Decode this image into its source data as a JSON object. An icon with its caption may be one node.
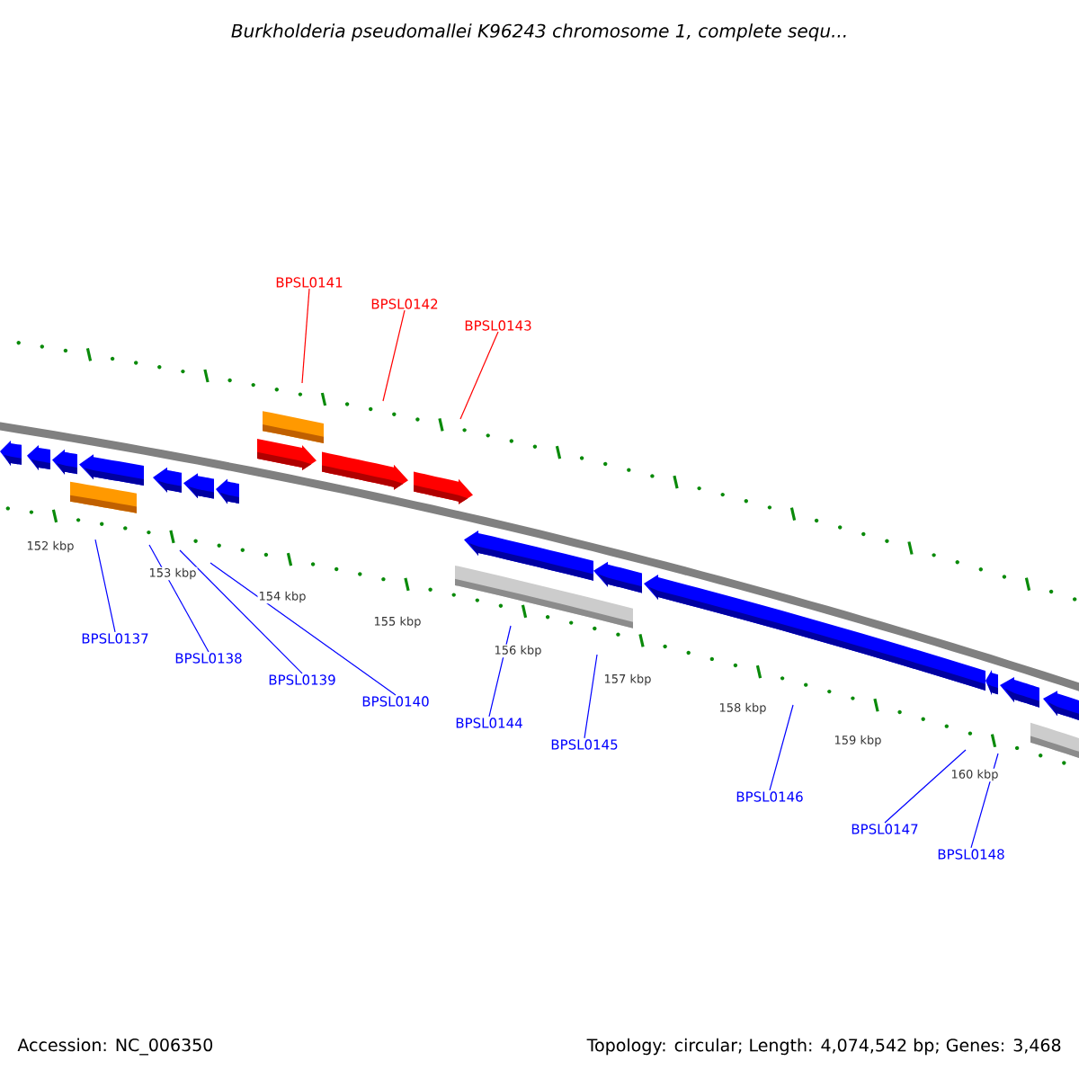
{
  "diagram": {
    "title": "Burkholderia pseudomallei K96243 chromosome 1, complete sequ...",
    "nodes": [
      {
        "text": [
          "BPSL0141"
        ]
      },
      {
        "text": [
          "BPSL0142"
        ]
      },
      {
        "text": [
          "BPSL0143"
        ]
      },
      {
        "text": [
          "BPSL0137"
        ]
      },
      {
        "text": [
          "BPSL0138"
        ]
      },
      {
        "text": [
          "BPSL0139"
        ]
      },
      {
        "text": [
          "BPSL0140"
        ]
      },
      {
        "text": [
          "BPSL0144"
        ]
      },
      {
        "text": [
          "BPSL0145"
        ]
      },
      {
        "text": [
          "BPSL0146"
        ]
      },
      {
        "text": [
          "BPSL0147"
        ]
      },
      {
        "text": [
          "BPSL0148"
        ]
      }
    ],
    "edges": [
      {
        "from": 0,
        "to": null,
        "arrow": "none",
        "color": "#ff0000"
      },
      {
        "from": 1,
        "to": null,
        "arrow": "none",
        "color": "#ff0000"
      },
      {
        "from": 2,
        "to": null,
        "arrow": "none",
        "color": "#ff0000"
      },
      {
        "from": 3,
        "to": null,
        "arrow": "none"
      },
      {
        "from": 4,
        "to": null,
        "arrow": "none"
      },
      {
        "from": 5,
        "to": null,
        "arrow": "none"
      },
      {
        "from": 6,
        "to": null,
        "arrow": "none"
      },
      {
        "from": 7,
        "to": null,
        "arrow": "none"
      },
      {
        "from": 8,
        "to": null,
        "arrow": "none"
      },
      {
        "from": 9,
        "to": null,
        "arrow": "none"
      },
      {
        "from": 10,
        "to": null,
        "arrow": "none"
      },
      {
        "from": 11,
        "to": null,
        "arrow": "none"
      }
    ],
    "labels": [
      "152 kbp",
      "153 kbp",
      "154 kbp",
      "155 kbp",
      "156 kbp",
      "157 kbp",
      "158 kbp",
      "159 kbp",
      "160 kbp",
      "Accession: NC_006350",
      "Topology: circular; Length: 4,074,542 bp; Genes: 3,468"
    ]
  }
}
